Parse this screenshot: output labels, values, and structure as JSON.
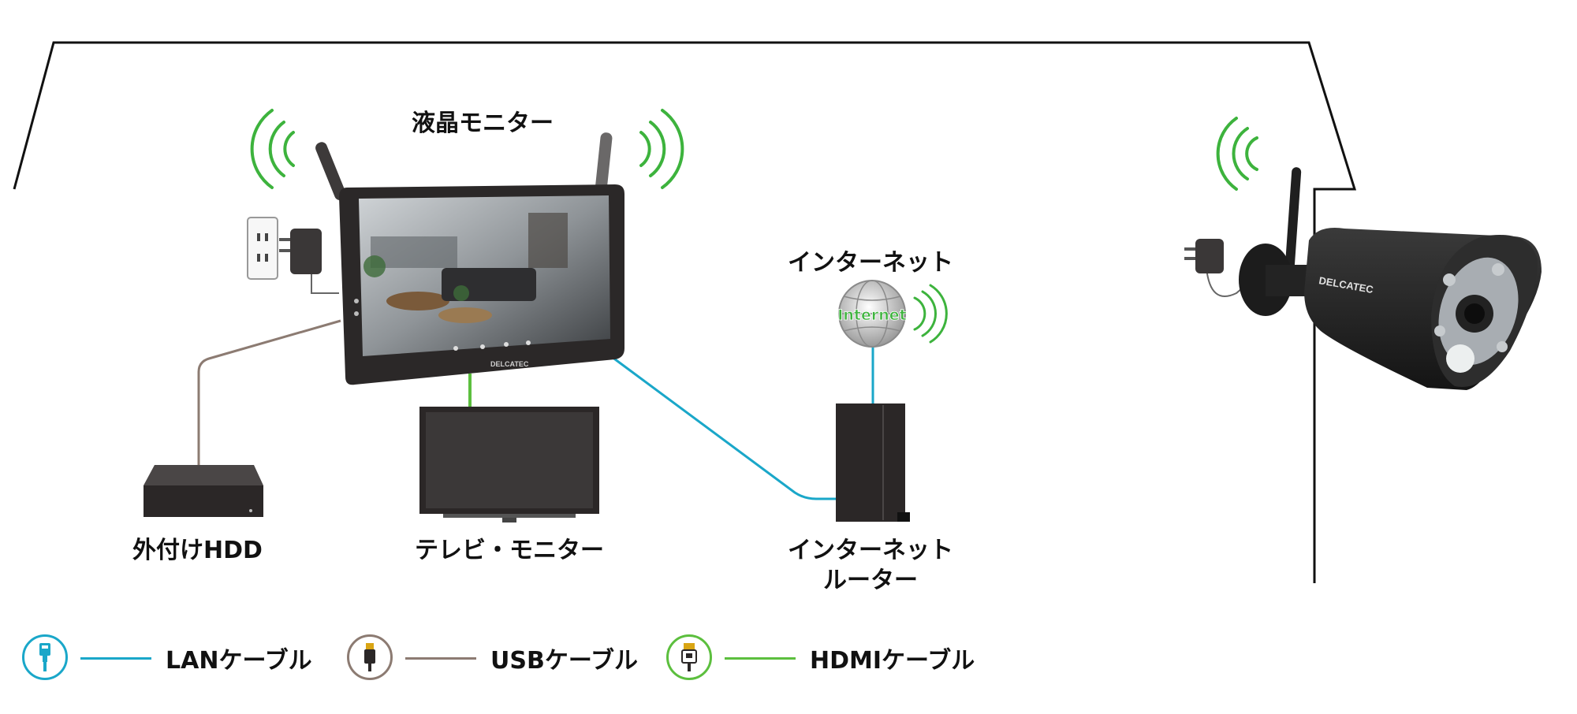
{
  "labels": {
    "lcd_monitor": "液晶モニター",
    "internet": "インターネット",
    "internet_globe": "Internet",
    "external_hdd": "外付けHDD",
    "tv_monitor": "テレビ・モニター",
    "router_line1": "インターネット",
    "router_line2": "ルーター",
    "monitor_brand": "DELCATEC",
    "camera_brand": "DELCATEC"
  },
  "legend": [
    {
      "label": "LANケーブル",
      "color": "#1aa7c9",
      "icon": "lan-plug-icon"
    },
    {
      "label": "USBケーブル",
      "color": "#8c7b72",
      "icon": "usb-plug-icon"
    },
    {
      "label": "HDMIケーブル",
      "color": "#5cbf3e",
      "icon": "hdmi-plug-icon"
    }
  ],
  "colors": {
    "lan": "#1aa7c9",
    "usb": "#8c7b72",
    "hdmi": "#5cbf3e",
    "wireless": "#3db33d",
    "internet_text": "#3db33d",
    "device_dark": "#2b2727"
  }
}
